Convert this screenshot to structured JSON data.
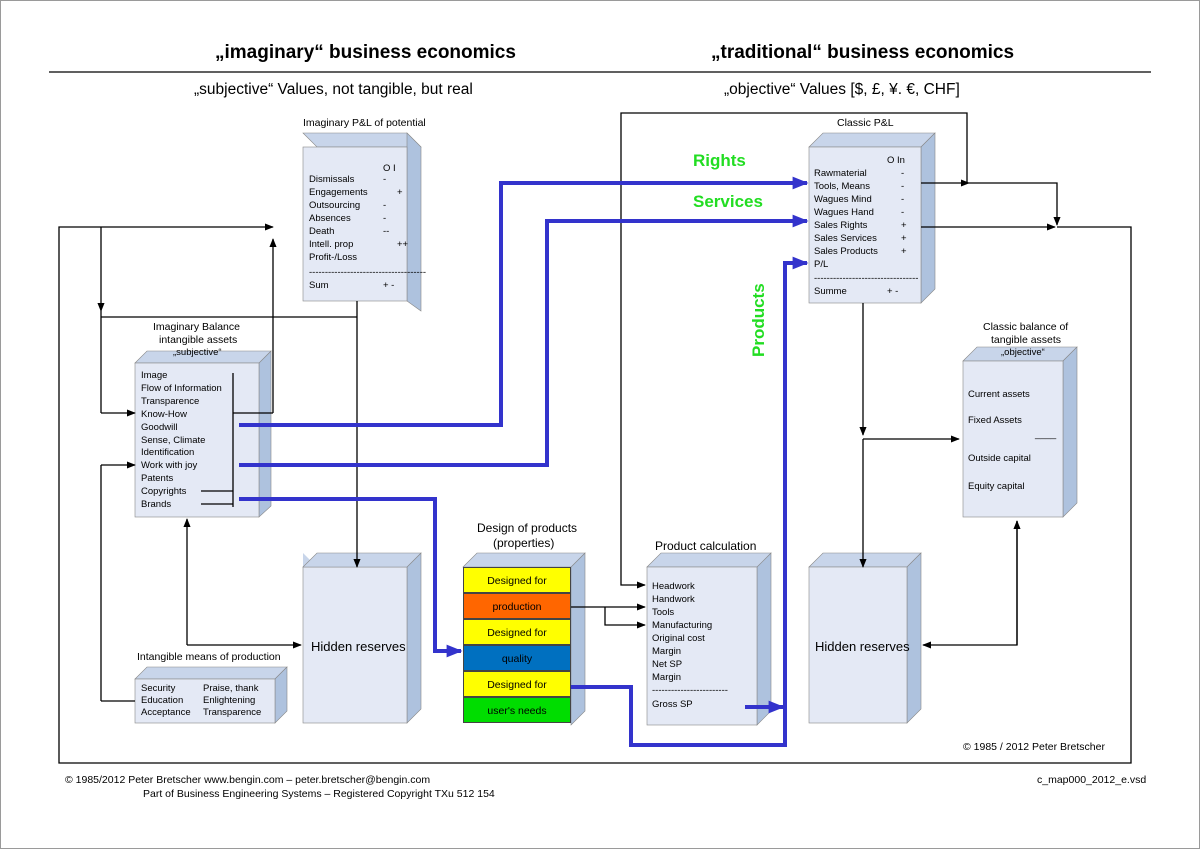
{
  "header": {
    "left_title": "„imaginary“ business economics",
    "right_title": "„traditional“ business economics",
    "left_subtitle": "„subjective“ Values, not tangible, but real",
    "right_subtitle": "„objective“ Values [$, £, ¥. €, CHF]"
  },
  "imag_pl": {
    "caption": "Imaginary P&L of potential",
    "col_header": "O   I",
    "rows": [
      {
        "label": "Dismissals",
        "value": "-"
      },
      {
        "label": "Engagements",
        "value": "+"
      },
      {
        "label": "Outsourcing",
        "value": "-"
      },
      {
        "label": "Absences",
        "value": "-"
      },
      {
        "label": "Death",
        "value": "--"
      },
      {
        "label": "Intell. prop",
        "value": "++"
      },
      {
        "label": "Profit-/Loss",
        "value": ""
      }
    ],
    "divider": "-------------------------------------",
    "sum_label": "Sum",
    "sum_value": "+  -"
  },
  "imag_balance": {
    "caption_line1": "Imaginary Balance",
    "caption_line2": "intangible assets",
    "tag": "„subjective“",
    "items": [
      "Image",
      "Flow of Information",
      "Transparence",
      "Know-How",
      "Goodwill",
      "Sense, Climate",
      "Identification",
      "Work with joy",
      "Patents",
      "Copyrights",
      "Brands"
    ]
  },
  "intangible_means": {
    "caption": "Intangible means of production",
    "col1": [
      "Security",
      "Education",
      "Acceptance"
    ],
    "col2": [
      "Praise, thank",
      "Enlightening",
      "Transparence"
    ]
  },
  "hidden_left": {
    "label": "Hidden reserves"
  },
  "hidden_right": {
    "label": "Hidden reserves"
  },
  "design": {
    "caption_line1": "Design of products",
    "caption_line2": "(properties)",
    "cells": [
      {
        "label": "Designed for",
        "color": "#ffff00"
      },
      {
        "label": "production",
        "color": "#ff6600"
      },
      {
        "label": "Designed for",
        "color": "#ffff00"
      },
      {
        "label": "quality",
        "color": "#0070c0"
      },
      {
        "label": "Designed for",
        "color": "#ffff00"
      },
      {
        "label": "user's needs",
        "color": "#00dd00"
      }
    ]
  },
  "product_calc": {
    "caption": "Product calculation",
    "items": [
      "Headwork",
      "Handwork",
      "Tools",
      "Manufacturing",
      "Original cost",
      "Margin",
      "Net SP",
      "Margin"
    ],
    "divider": "------------------------",
    "gross": "Gross SP"
  },
  "classic_pl": {
    "caption": "Classic P&L",
    "col_header": "O  In",
    "rows": [
      {
        "label": "Rawmaterial",
        "value": "-"
      },
      {
        "label": "Tools, Means",
        "value": "-"
      },
      {
        "label": "Wagues Mind",
        "value": "-"
      },
      {
        "label": "Wagues Hand",
        "value": "-"
      },
      {
        "label": "Sales Rights",
        "value": "+"
      },
      {
        "label": "Sales Services",
        "value": "+"
      },
      {
        "label": "Sales Products",
        "value": "+"
      },
      {
        "label": "P/L",
        "value": ""
      }
    ],
    "divider": "---------------------------------",
    "sum_label": "Summe",
    "sum_value": "+  -"
  },
  "classic_balance": {
    "caption_line1": "Classic balance of",
    "caption_line2": "tangible assets",
    "tag": "„objective“",
    "items": [
      "Current assets",
      "Fixed Assets",
      "Outside capital",
      "Equity capital"
    ],
    "rule": "____"
  },
  "flows": {
    "rights": "Rights",
    "services": "Services",
    "products": "Products"
  },
  "copyright_inner": "© 1985 / 2012 Peter Bretscher",
  "footer": {
    "line1": "© 1985/2012   Peter Bretscher www.bengin.com – peter.bretscher@bengin.com",
    "line2": "Part of Business Engineering Systems – Registered Copyright TXu 512 154",
    "file": "c_map000_2012_e.vsd"
  },
  "colors": {
    "box_face": "#e4e9f5",
    "box_side": "#aec2de",
    "flow_blue": "#3333cc",
    "flow_label": "#22dd22"
  }
}
